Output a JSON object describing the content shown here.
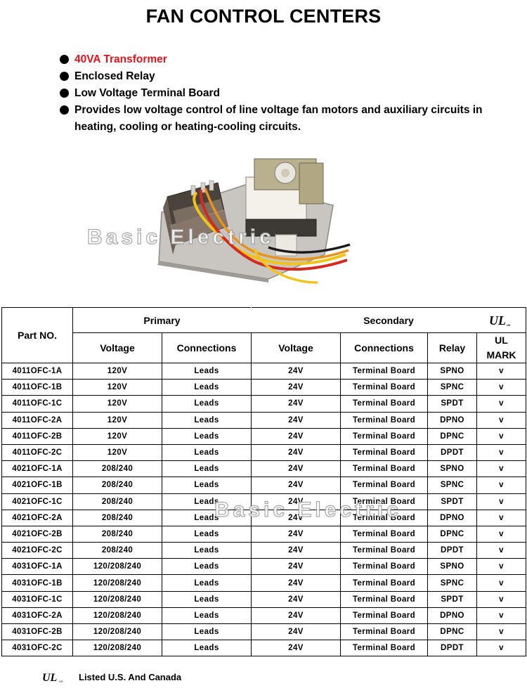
{
  "title": "FAN CONTROL CENTERS",
  "features": [
    "40VA Transformer",
    "Enclosed Relay",
    "Low Voltage Terminal Board",
    "Provides low voltage control of line voltage fan motors and auxiliary circuits in heating, cooling or heating-cooling circuits."
  ],
  "watermark": "Basic Electric",
  "table": {
    "part_no_header": "Part NO.",
    "primary_header": "Primary",
    "secondary_header": "Secondary",
    "sub_headers": {
      "voltage": "Voltage",
      "connections": "Connections",
      "sec_voltage": "Voltage",
      "sec_connections": "Connections",
      "relay": "Relay",
      "ul_mark_1": "UL",
      "ul_mark_2": "MARK"
    },
    "rows": [
      [
        "4011OFC-1A",
        "120V",
        "Leads",
        "24V",
        "Terminal Board",
        "SPNO",
        "v"
      ],
      [
        "4011OFC-1B",
        "120V",
        "Leads",
        "24V",
        "Terminal Board",
        "SPNC",
        "v"
      ],
      [
        "4011OFC-1C",
        "120V",
        "Leads",
        "24V",
        "Terminal Board",
        "SPDT",
        "v"
      ],
      [
        "4011OFC-2A",
        "120V",
        "Leads",
        "24V",
        "Terminal Board",
        "DPNO",
        "v"
      ],
      [
        "4011OFC-2B",
        "120V",
        "Leads",
        "24V",
        "Terminal Board",
        "DPNC",
        "v"
      ],
      [
        "4011OFC-2C",
        "120V",
        "Leads",
        "24V",
        "Terminal Board",
        "DPDT",
        "v"
      ],
      [
        "4021OFC-1A",
        "208/240",
        "Leads",
        "24V",
        "Terminal Board",
        "SPNO",
        "v"
      ],
      [
        "4021OFC-1B",
        "208/240",
        "Leads",
        "24V",
        "Terminal Board",
        "SPNC",
        "v"
      ],
      [
        "4021OFC-1C",
        "208/240",
        "Leads",
        "24V",
        "Terminal Board",
        "SPDT",
        "v"
      ],
      [
        "4021OFC-2A",
        "208/240",
        "Leads",
        "24V",
        "Terminal Board",
        "DPNO",
        "v"
      ],
      [
        "4021OFC-2B",
        "208/240",
        "Leads",
        "24V",
        "Terminal Board",
        "DPNC",
        "v"
      ],
      [
        "4021OFC-2C",
        "208/240",
        "Leads",
        "24V",
        "Terminal Board",
        "DPDT",
        "v"
      ],
      [
        "4031OFC-1A",
        "120/208/240",
        "Leads",
        "24V",
        "Terminal Board",
        "SPNO",
        "v"
      ],
      [
        "4031OFC-1B",
        "120/208/240",
        "Leads",
        "24V",
        "Terminal Board",
        "SPNC",
        "v"
      ],
      [
        "4031OFC-1C",
        "120/208/240",
        "Leads",
        "24V",
        "Terminal Board",
        "SPDT",
        "v"
      ],
      [
        "4031OFC-2A",
        "120/208/240",
        "Leads",
        "24V",
        "Terminal Board",
        "DPNO",
        "v"
      ],
      [
        "4031OFC-2B",
        "120/208/240",
        "Leads",
        "24V",
        "Terminal Board",
        "DPNC",
        "v"
      ],
      [
        "4031OFC-2C",
        "120/208/240",
        "Leads",
        "24V",
        "Terminal Board",
        "DPDT",
        "v"
      ]
    ]
  },
  "footer": {
    "text": "Listed U.S. And Canada"
  },
  "icons": {
    "ul_logo": "ul-listed-icon",
    "bullet": "bullet-dot-icon"
  },
  "colors": {
    "highlight": "#e8121b",
    "wire_red": "#d42a1e",
    "wire_yellow": "#f2c317",
    "wire_black": "#1a1a1a"
  }
}
